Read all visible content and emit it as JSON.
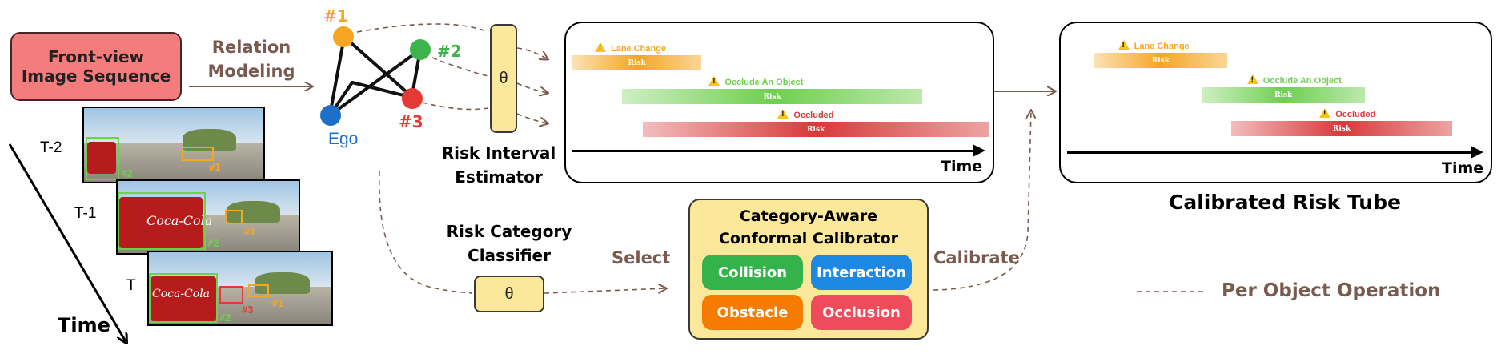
{
  "input": {
    "title": "Front-view\nImage Sequence"
  },
  "time_axis": {
    "label": "Time",
    "frames": [
      {
        "label": "T-2",
        "boxes": [
          "#2",
          "#1"
        ]
      },
      {
        "label": "T-1",
        "boxes": [
          "#2",
          "#1"
        ]
      },
      {
        "label": "T",
        "boxes": [
          "#2",
          "#3",
          "#1"
        ]
      }
    ],
    "truck_text": "Coca-Cola"
  },
  "relation": {
    "label": "Relation\nModeling",
    "nodes": [
      {
        "id": "#1",
        "color": "#f5a623"
      },
      {
        "id": "#2",
        "color": "#3cb44b"
      },
      {
        "id": "#3",
        "color": "#e53935"
      },
      {
        "id": "Ego",
        "color": "#1e6fc8"
      }
    ]
  },
  "risk_interval_estimator": {
    "label": "Risk Interval\nEstimator",
    "symbol": "θ"
  },
  "risk_category_classifier": {
    "label": "Risk Category\nClassifier",
    "symbol": "θ"
  },
  "edges": {
    "select": "Select",
    "calibrate": "Calibrate"
  },
  "estimate_panel": {
    "axis_label": "Time",
    "intervals": [
      {
        "label": "Lane Change",
        "bar_text": "Risk",
        "color": "#f5a623",
        "start": 0.0,
        "end": 0.31
      },
      {
        "label": "Occlude An Object",
        "bar_text": "Risk",
        "color": "#6fcf4f",
        "start": 0.12,
        "end": 0.84
      },
      {
        "label": "Occluded",
        "bar_text": "Risk",
        "color": "#d83a3a",
        "start": 0.17,
        "end": 1.0
      }
    ]
  },
  "calibrator": {
    "title": "Category-Aware\nConformal Calibrator",
    "categories": [
      {
        "label": "Collision",
        "color": "#34b34a"
      },
      {
        "label": "Interaction",
        "color": "#1e88e5"
      },
      {
        "label": "Obstacle",
        "color": "#f57c00"
      },
      {
        "label": "Occlusion",
        "color": "#ef4b5a"
      }
    ]
  },
  "calibrated_panel": {
    "title": "Calibrated Risk Tube",
    "axis_label": "Time",
    "intervals": [
      {
        "label": "Lane Change",
        "bar_text": "Risk",
        "color": "#f5a623",
        "start": 0.08,
        "end": 0.4
      },
      {
        "label": "Occlude An Object",
        "bar_text": "Risk",
        "color": "#6fcf4f",
        "start": 0.34,
        "end": 0.73
      },
      {
        "label": "Occluded",
        "bar_text": "Risk",
        "color": "#d83a3a",
        "start": 0.41,
        "end": 0.94
      }
    ]
  },
  "legend": {
    "label": "Per Object Operation"
  }
}
